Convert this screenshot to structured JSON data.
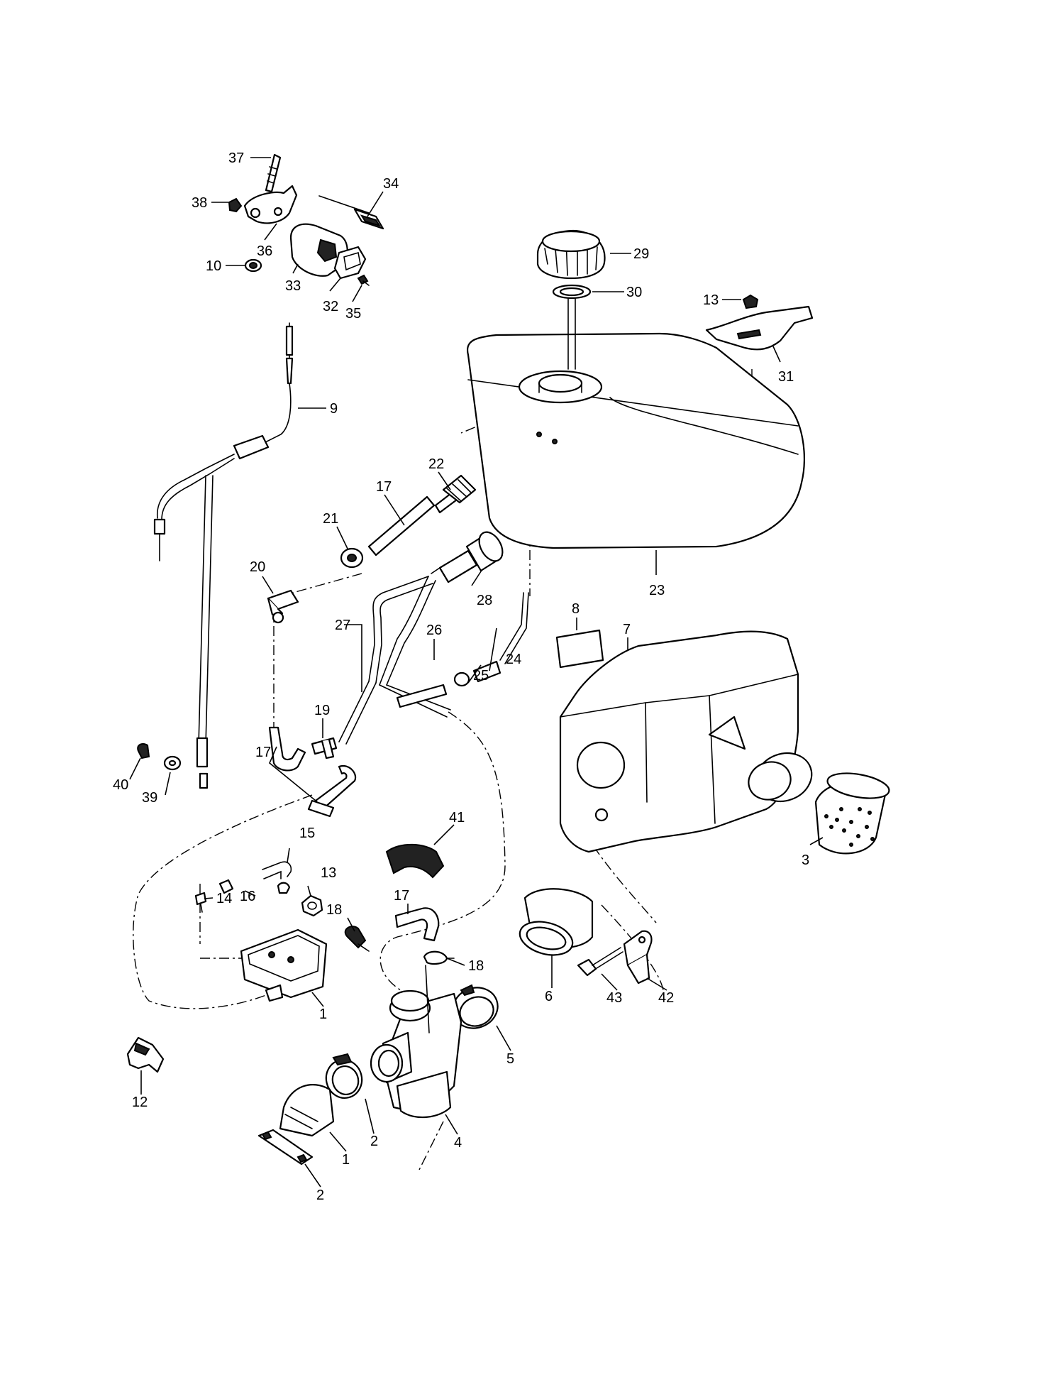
{
  "callouts": [
    {
      "id": "c37",
      "text": "37"
    },
    {
      "id": "c38",
      "text": "38"
    },
    {
      "id": "c34",
      "text": "34"
    },
    {
      "id": "c36",
      "text": "36"
    },
    {
      "id": "c10",
      "text": "10"
    },
    {
      "id": "c33",
      "text": "33"
    },
    {
      "id": "c32",
      "text": "32"
    },
    {
      "id": "c35",
      "text": "35"
    },
    {
      "id": "c29",
      "text": "29"
    },
    {
      "id": "c30",
      "text": "30"
    },
    {
      "id": "c13a",
      "text": "13"
    },
    {
      "id": "c31",
      "text": "31"
    },
    {
      "id": "c9",
      "text": "9"
    },
    {
      "id": "c22",
      "text": "22"
    },
    {
      "id": "c17a",
      "text": "17"
    },
    {
      "id": "c21",
      "text": "21"
    },
    {
      "id": "c23",
      "text": "23"
    },
    {
      "id": "c20",
      "text": "20"
    },
    {
      "id": "c28",
      "text": "28"
    },
    {
      "id": "c8",
      "text": "8"
    },
    {
      "id": "c7",
      "text": "7"
    },
    {
      "id": "c27",
      "text": "27"
    },
    {
      "id": "c26",
      "text": "26"
    },
    {
      "id": "c24",
      "text": "24"
    },
    {
      "id": "c25",
      "text": "25"
    },
    {
      "id": "c19",
      "text": "19"
    },
    {
      "id": "c17b",
      "text": "17"
    },
    {
      "id": "c40",
      "text": "40"
    },
    {
      "id": "c39",
      "text": "39"
    },
    {
      "id": "c3",
      "text": "3"
    },
    {
      "id": "c41",
      "text": "41"
    },
    {
      "id": "c15",
      "text": "15"
    },
    {
      "id": "c13b",
      "text": "13"
    },
    {
      "id": "c14",
      "text": "14"
    },
    {
      "id": "c16",
      "text": "16"
    },
    {
      "id": "c17c",
      "text": "17"
    },
    {
      "id": "c18a",
      "text": "18"
    },
    {
      "id": "c18b",
      "text": "18"
    },
    {
      "id": "c1a",
      "text": "1"
    },
    {
      "id": "c6",
      "text": "6"
    },
    {
      "id": "c43",
      "text": "43"
    },
    {
      "id": "c42",
      "text": "42"
    },
    {
      "id": "c5",
      "text": "5"
    },
    {
      "id": "c12",
      "text": "12"
    },
    {
      "id": "c2a",
      "text": "2"
    },
    {
      "id": "c4",
      "text": "4"
    },
    {
      "id": "c1b",
      "text": "1"
    },
    {
      "id": "c2b",
      "text": "2"
    }
  ]
}
